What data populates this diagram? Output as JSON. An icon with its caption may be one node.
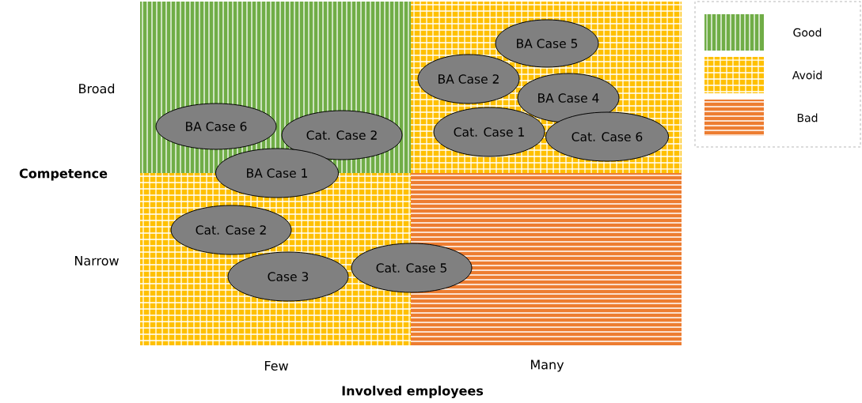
{
  "diagram": {
    "nodes": [
      {
        "text": [
          "BA Case 5"
        ]
      },
      {
        "text": [
          "BA Case 2"
        ]
      },
      {
        "text": [
          "BA Case 4"
        ]
      },
      {
        "text": [
          "BA Case 6"
        ]
      },
      {
        "text": [
          "Cat. Case 1"
        ]
      },
      {
        "text": [
          "Cat. Case 2"
        ]
      },
      {
        "text": [
          "Cat. Case 6"
        ]
      },
      {
        "text": [
          "BA Case 1"
        ]
      },
      {
        "text": [
          "Cat. Case 2"
        ]
      },
      {
        "text": [
          "Cat. Case 5"
        ]
      },
      {
        "text": [
          "Case 3"
        ]
      }
    ],
    "labels": [
      "Broad",
      "Competence",
      "Narrow",
      "Few",
      "Many",
      "Involved employees"
    ],
    "legend": [
      {
        "text": "Good",
        "color": "#70ad47"
      },
      {
        "text": "Avoid",
        "color": "#ffc000"
      },
      {
        "text": "Bad",
        "color": "#ed7d31"
      }
    ]
  }
}
